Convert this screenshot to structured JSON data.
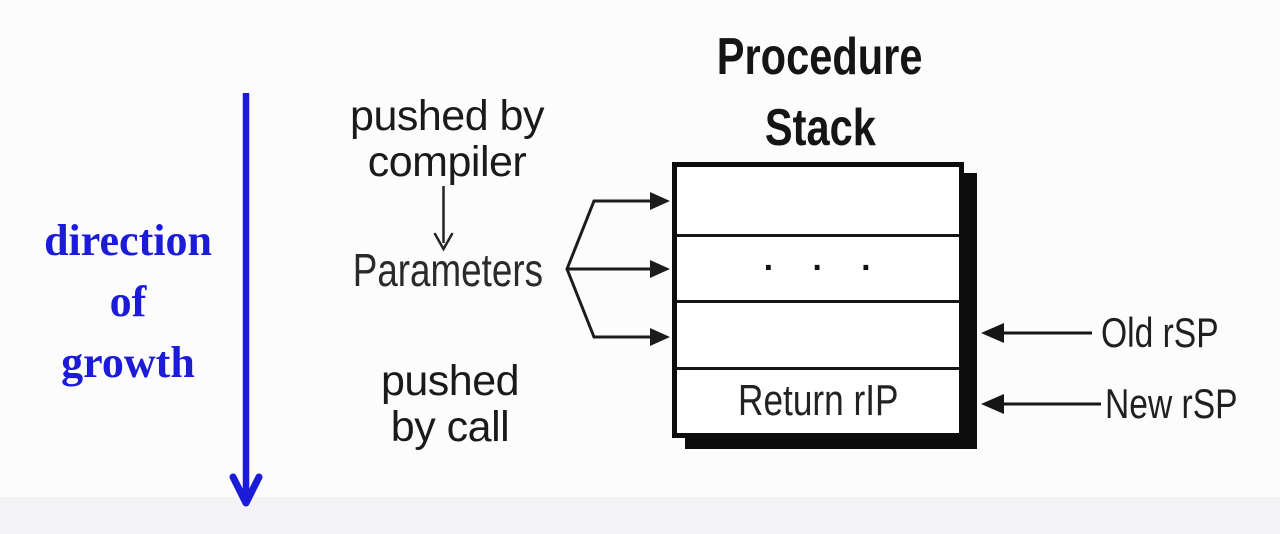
{
  "colors": {
    "accent_blue": "#1b1bd8",
    "ink": "#0c0c0c",
    "background": "#fcfcfd",
    "footer_band": "#f3f3f5"
  },
  "growth_label": {
    "line1": "direction",
    "line2": "of",
    "line3": "growth"
  },
  "compiler_note": {
    "line1": "pushed by",
    "line2": "compiler"
  },
  "parameters_label": "Parameters",
  "call_note": {
    "line1": "pushed",
    "line2": "by call"
  },
  "stack": {
    "title_line1": "Procedure",
    "title_line2": "Stack",
    "rows": [
      {
        "label": ""
      },
      {
        "label": "· · ·"
      },
      {
        "label": ""
      },
      {
        "label": "Return rIP"
      }
    ]
  },
  "pointers": {
    "old": "Old rSP",
    "new": "New rSP"
  }
}
